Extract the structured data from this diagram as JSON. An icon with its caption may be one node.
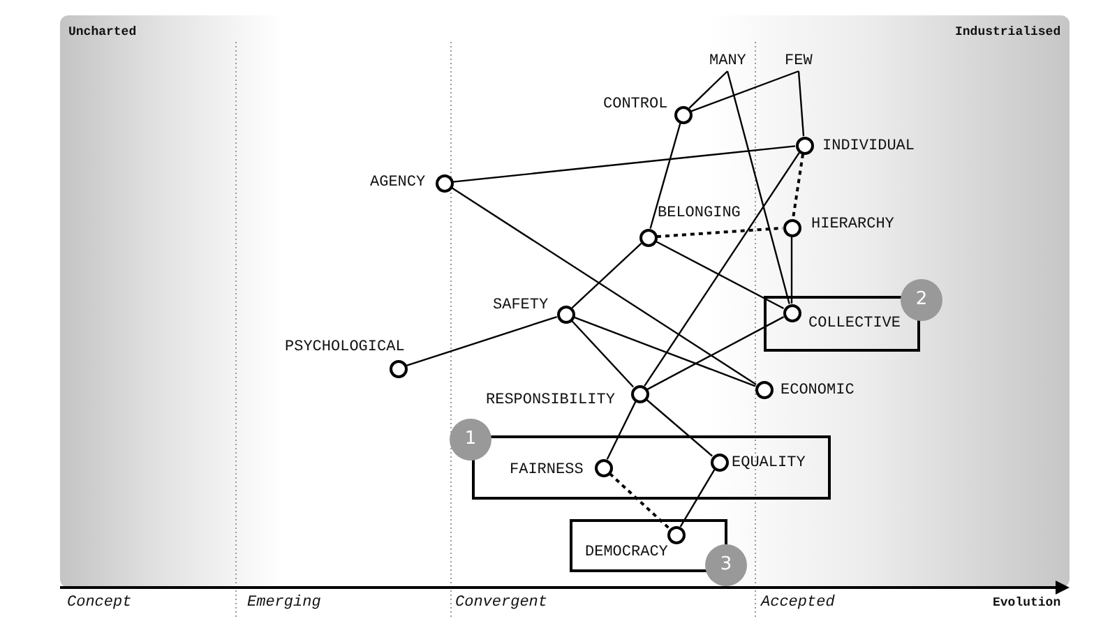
{
  "diagram": {
    "nodes": [
      {
        "text": [
          "MANY"
        ]
      },
      {
        "text": [
          "FEW"
        ]
      },
      {
        "text": [
          "CONTROL"
        ]
      },
      {
        "text": [
          "INDIVIDUAL"
        ]
      },
      {
        "text": [
          "AGENCY"
        ]
      },
      {
        "text": [
          "BELONGING"
        ]
      },
      {
        "text": [
          "HIERARCHY"
        ]
      },
      {
        "text": [
          "2"
        ]
      },
      {
        "text": [
          "COLLECTIVE"
        ],
        "in": 7
      },
      {
        "text": [
          "SAFETY"
        ]
      },
      {
        "text": [
          "PSYCHOLOGICAL"
        ]
      },
      {
        "text": [
          "ECONOMIC"
        ]
      },
      {
        "text": [
          "RESPONSIBILITY"
        ]
      },
      {
        "text": [
          "1"
        ]
      },
      {
        "text": [
          "FAIRNESS"
        ],
        "in": 13
      },
      {
        "text": [
          "EQUALITY"
        ],
        "in": 13
      },
      {
        "text": [
          "3"
        ]
      },
      {
        "text": [
          "DEMOCRACY"
        ],
        "in": 16
      }
    ],
    "edges": [
      {
        "from": 0,
        "to": 2,
        "arrow": "none"
      },
      {
        "from": 1,
        "to": 2,
        "arrow": "none"
      },
      {
        "from": 0,
        "to": 8,
        "arrow": "none"
      },
      {
        "from": 1,
        "to": 3,
        "arrow": "none"
      },
      {
        "from": 2,
        "to": 5,
        "arrow": "none"
      },
      {
        "from": 4,
        "to": 3,
        "arrow": "none"
      },
      {
        "from": 4,
        "to": 11,
        "arrow": "none"
      },
      {
        "from": 3,
        "to": 6,
        "arrow": "none",
        "style": "dashed"
      },
      {
        "from": 3,
        "to": 12,
        "arrow": "none"
      },
      {
        "from": 5,
        "to": 6,
        "arrow": "none",
        "style": "dashed"
      },
      {
        "from": 5,
        "to": 9,
        "arrow": "none"
      },
      {
        "from": 5,
        "to": 8,
        "arrow": "none"
      },
      {
        "from": 6,
        "to": 8,
        "arrow": "none"
      },
      {
        "from": 9,
        "to": 10,
        "arrow": "none"
      },
      {
        "from": 9,
        "to": 11,
        "arrow": "none"
      },
      {
        "from": 9,
        "to": 12,
        "arrow": "none"
      },
      {
        "from": 12,
        "to": 8,
        "arrow": "none"
      },
      {
        "from": 12,
        "to": 14,
        "arrow": "none"
      },
      {
        "from": 12,
        "to": 15,
        "arrow": "none"
      },
      {
        "from": 15,
        "to": 17,
        "arrow": "none"
      },
      {
        "from": 14,
        "to": 17,
        "arrow": "none",
        "style": "dashed"
      }
    ],
    "labels": [
      "Uncharted",
      "Industrialised",
      "Concept",
      "Emerging",
      "Convergent",
      "Accepted",
      "Evolution"
    ]
  }
}
